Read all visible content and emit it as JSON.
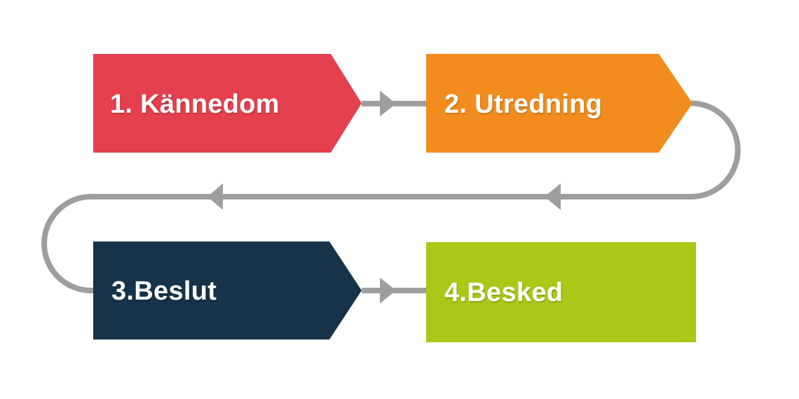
{
  "diagram": {
    "background": "#ffffff",
    "connector": {
      "color": "#9e9e9e",
      "description": "feedback-loop from step 2 back to step 3"
    },
    "steps": [
      {
        "label": "1. Kännedom",
        "shape_color": "#e5404e",
        "text_color": "#ffffff"
      },
      {
        "label": "2. Utredning",
        "shape_color": "#f28c1e",
        "text_color": "#ffffff"
      },
      {
        "label": "3.Beslut",
        "shape_color": "#173349",
        "text_color": "#ffffff"
      },
      {
        "label": "4.Besked",
        "shape_color": "#abc718",
        "text_color": "#ffffff"
      }
    ]
  }
}
